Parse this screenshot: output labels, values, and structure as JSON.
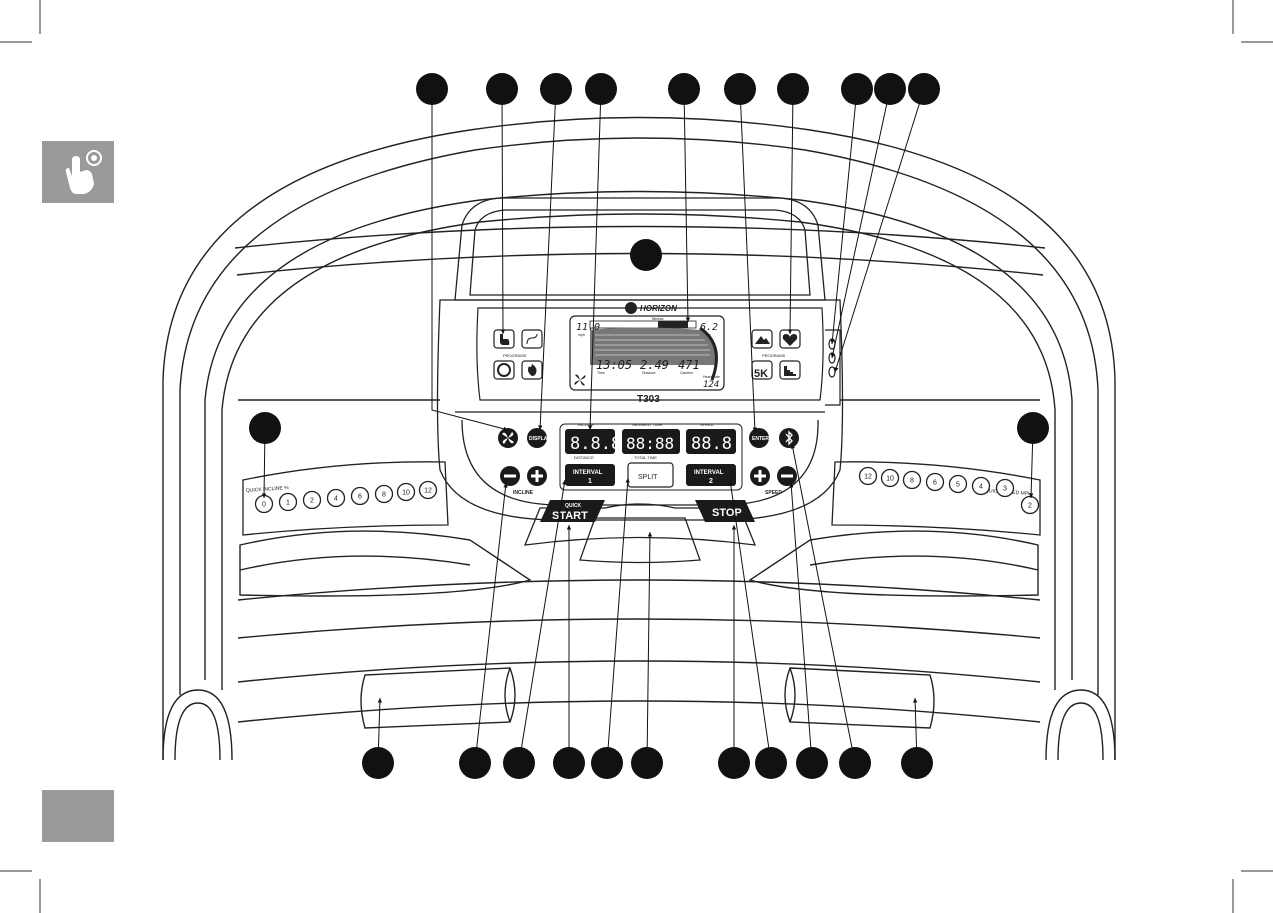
{
  "console": {
    "model": "T303",
    "brand": "HORIZON",
    "brand_sub": "fitness",
    "programs_label_left": "PROGRAMS",
    "programs_label_right": "PROGRAMS",
    "lcd": {
      "top_left_value": "11.0",
      "top_left_unit": "mph",
      "top_right_value": "6.2",
      "top_right_unit": "km",
      "time_value": "13:05",
      "time_label": "Time",
      "distance_value": "2.49",
      "distance_label": "Distance",
      "calories_value": "471",
      "calories_label": "Calories",
      "heart_label": "Heart Rate",
      "heart_value": "124"
    },
    "labels": {
      "incline": "INCLINE",
      "segment_time": "SEGMENT TIME",
      "speed": "SPEED",
      "distance": "DISTANCE",
      "total_time": "TOTAL TIME"
    },
    "displays": {
      "incline": "8.8.8",
      "time": "88:88",
      "speed": "88.8"
    },
    "buttons": {
      "display": "DISPLAY",
      "enter": "ENTER",
      "interval1_a": "INTERVAL",
      "interval1_b": "1",
      "interval2_a": "INTERVAL",
      "interval2_b": "2",
      "split": "SPLIT",
      "quick": "QUICK",
      "start": "START",
      "stop": "STOP",
      "incline": "INCLINE",
      "speed": "SPEED",
      "fivek": "5K"
    },
    "quick_incline": {
      "label": "QUICK INCLINE %",
      "keys": [
        "0",
        "1",
        "2",
        "4",
        "6",
        "8",
        "10",
        "12"
      ]
    },
    "quick_speed": {
      "label": "QUICK SPEED MPH",
      "keys": [
        "12",
        "10",
        "8",
        "6",
        "5",
        "4",
        "3",
        "2"
      ]
    }
  },
  "icons": {
    "hand_touch": "hand-touch-icon",
    "fan": "fan-icon",
    "bluetooth": "bluetooth-icon",
    "heart": "heart-icon",
    "mountain": "mountain-icon",
    "flame": "flame-icon"
  },
  "colors": {
    "line": "#222222",
    "side_tab": "#9a9a9a",
    "callout": "#111111",
    "button_fill": "#1a1a1a"
  }
}
